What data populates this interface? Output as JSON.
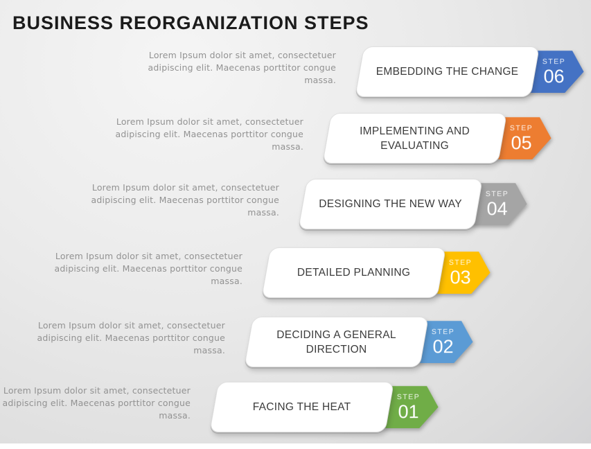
{
  "title": "BUSINESS REORGANIZATION STEPS",
  "badge_word": "STEP",
  "steps": [
    {
      "number": "06",
      "title": "EMBEDDING THE CHANGE",
      "color": "#4472C4",
      "description": "Lorem Ipsum dolor sit amet, consectetuer adipiscing elit. Maecenas porttitor congue massa."
    },
    {
      "number": "05",
      "title": "IMPLEMENTING AND EVALUATING",
      "color": "#ED7D31",
      "description": "Lorem Ipsum dolor sit amet, consectetuer adipiscing elit. Maecenas porttitor congue massa."
    },
    {
      "number": "04",
      "title": "DESIGNING THE NEW WAY",
      "color": "#A5A5A5",
      "description": "Lorem Ipsum dolor sit amet, consectetuer adipiscing elit. Maecenas porttitor congue massa."
    },
    {
      "number": "03",
      "title": "DETAILED PLANNING",
      "color": "#FFC000",
      "description": "Lorem Ipsum dolor sit amet, consectetuer adipiscing elit. Maecenas porttitor congue massa."
    },
    {
      "number": "02",
      "title": "DECIDING A GENERAL DIRECTION",
      "color": "#5B9BD5",
      "description": "Lorem Ipsum dolor sit amet, consectetuer adipiscing elit. Maecenas porttitor congue massa."
    },
    {
      "number": "01",
      "title": "FACING THE HEAT",
      "color": "#70AD47",
      "description": "Lorem Ipsum dolor sit amet, consectetuer adipiscing elit. Maecenas porttitor congue massa."
    }
  ]
}
